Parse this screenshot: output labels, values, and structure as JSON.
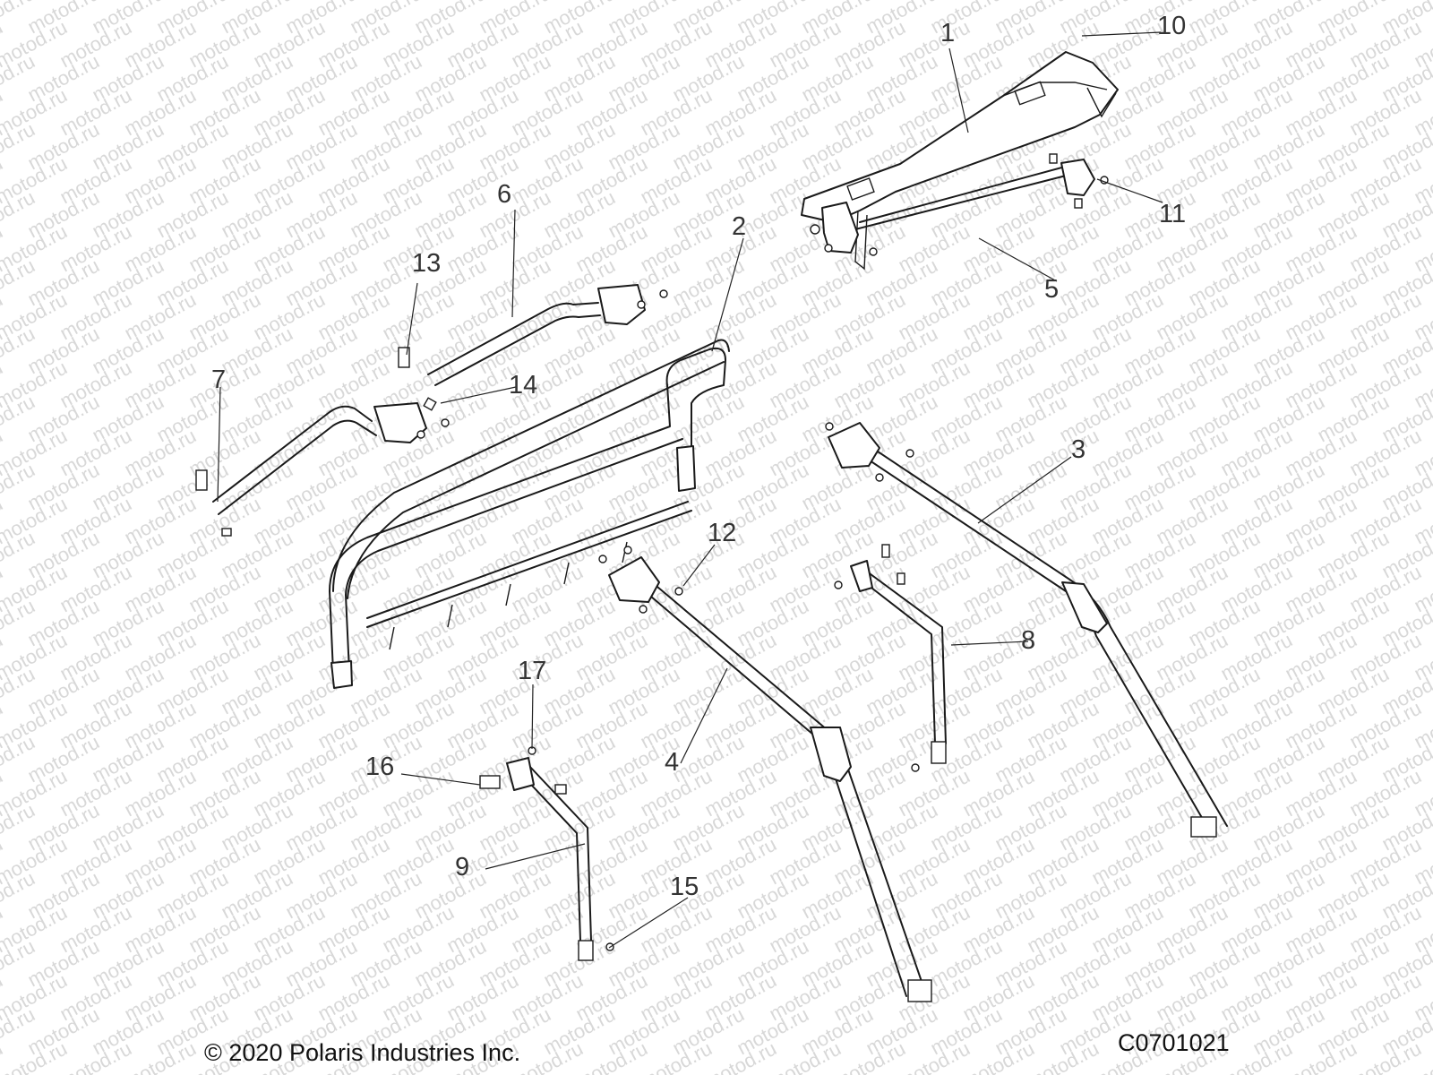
{
  "diagram": {
    "watermark_text": "motod.ru",
    "copyright": "© 2020 Polaris Industries Inc.",
    "drawing_code": "C0701021",
    "callouts": [
      "1",
      "2",
      "3",
      "4",
      "5",
      "6",
      "7",
      "8",
      "9",
      "10",
      "11",
      "12",
      "13",
      "14",
      "15",
      "16",
      "17"
    ]
  }
}
